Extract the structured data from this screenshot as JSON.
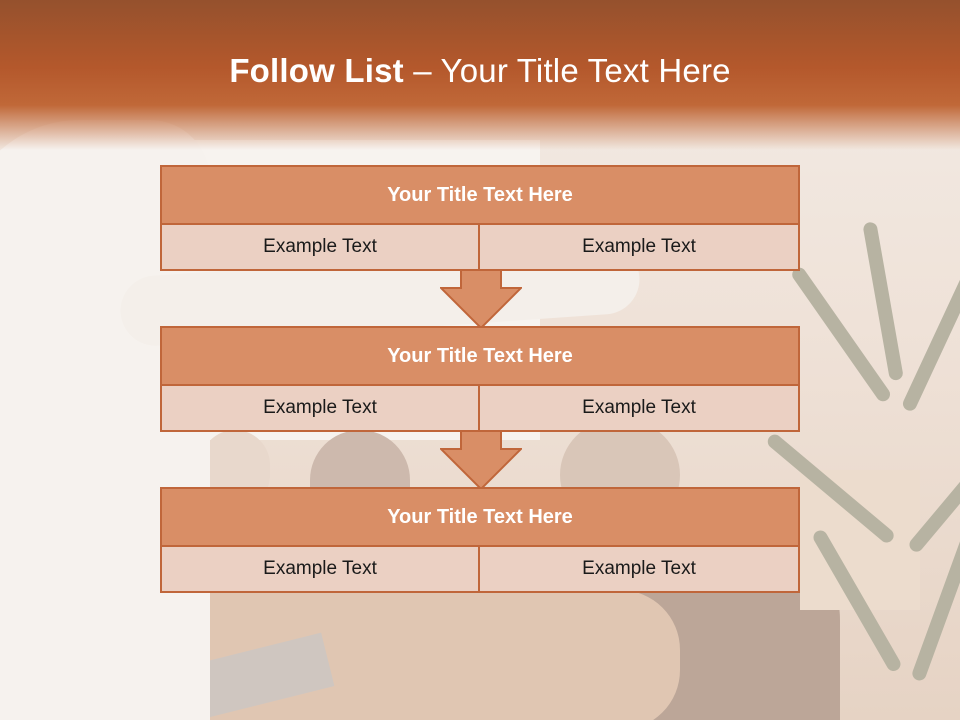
{
  "slide": {
    "title_bold": "Follow List",
    "title_rest": "– Your Title Text Here"
  },
  "blocks": [
    {
      "title": "Your Title Text Here",
      "left": "Example Text",
      "right": "Example Text"
    },
    {
      "title": "Your Title Text Here",
      "left": "Example Text",
      "right": "Example Text"
    },
    {
      "title": "Your Title Text Here",
      "left": "Example Text",
      "right": "Example Text"
    }
  ],
  "colors": {
    "banner": "#b4582c",
    "block_border": "#c0663a",
    "header_fill": "#d98e66",
    "cell_fill": "#ebd0c3"
  },
  "icons": {
    "connector": "down-arrow-icon"
  }
}
